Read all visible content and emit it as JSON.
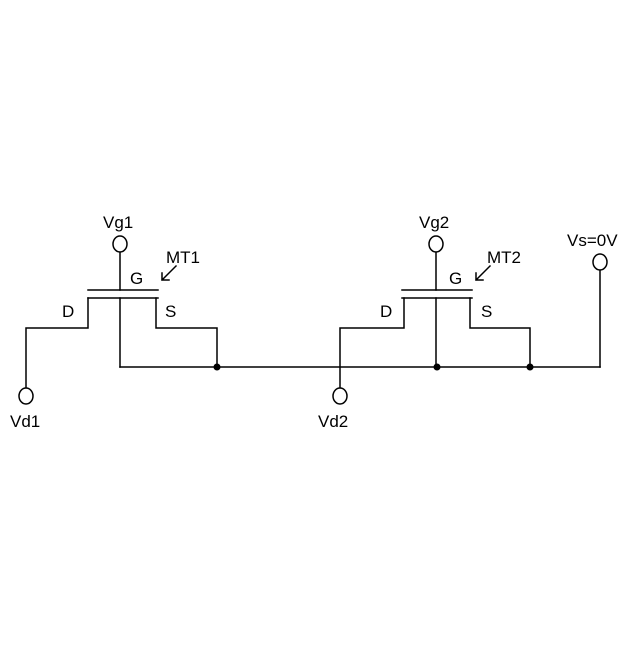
{
  "transistors": [
    {
      "name": "MT1",
      "gate_label": "G",
      "drain_label": "D",
      "source_label": "S",
      "gate_terminal": "Vg1",
      "drain_terminal": "Vd1"
    },
    {
      "name": "MT2",
      "gate_label": "G",
      "drain_label": "D",
      "source_label": "S",
      "gate_terminal": "Vg2",
      "drain_terminal": "Vd2"
    }
  ],
  "source_terminal": "Vs=0V"
}
